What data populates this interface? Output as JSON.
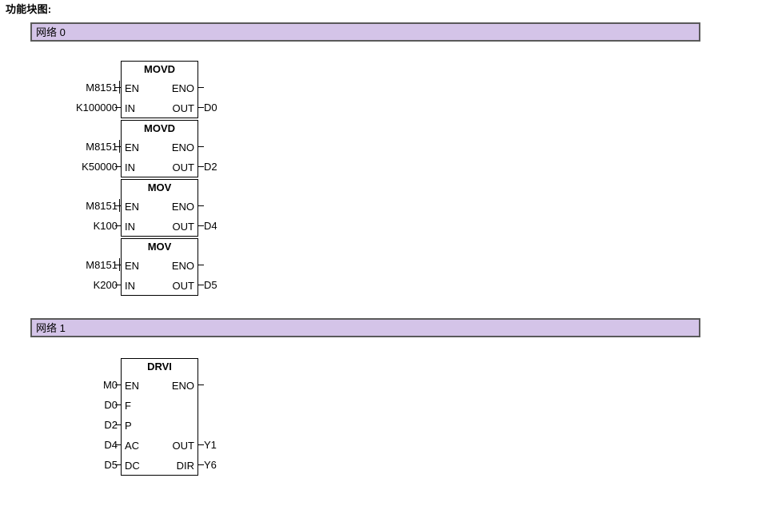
{
  "page": {
    "title": "功能块图:"
  },
  "networks": [
    {
      "label": "网络 0",
      "blocks": [
        {
          "name": "MOVD",
          "inputs": [
            {
              "pin": "EN",
              "operand": "M8151",
              "edge": true
            },
            {
              "pin": "IN",
              "operand": "K100000",
              "edge": false
            }
          ],
          "outputs": [
            {
              "pin": "ENO",
              "operand": ""
            },
            {
              "pin": "OUT",
              "operand": "D0"
            }
          ]
        },
        {
          "name": "MOVD",
          "inputs": [
            {
              "pin": "EN",
              "operand": "M8151",
              "edge": true
            },
            {
              "pin": "IN",
              "operand": "K50000",
              "edge": false
            }
          ],
          "outputs": [
            {
              "pin": "ENO",
              "operand": ""
            },
            {
              "pin": "OUT",
              "operand": "D2"
            }
          ]
        },
        {
          "name": "MOV",
          "inputs": [
            {
              "pin": "EN",
              "operand": "M8151",
              "edge": true
            },
            {
              "pin": "IN",
              "operand": "K100",
              "edge": false
            }
          ],
          "outputs": [
            {
              "pin": "ENO",
              "operand": ""
            },
            {
              "pin": "OUT",
              "operand": "D4"
            }
          ]
        },
        {
          "name": "MOV",
          "inputs": [
            {
              "pin": "EN",
              "operand": "M8151",
              "edge": true
            },
            {
              "pin": "IN",
              "operand": "K200",
              "edge": false
            }
          ],
          "outputs": [
            {
              "pin": "ENO",
              "operand": ""
            },
            {
              "pin": "OUT",
              "operand": "D5"
            }
          ]
        }
      ]
    },
    {
      "label": "网络 1",
      "blocks": [
        {
          "name": "DRVI",
          "inputs": [
            {
              "pin": "EN",
              "operand": "M0",
              "edge": false
            },
            {
              "pin": "F",
              "operand": "D0",
              "edge": false
            },
            {
              "pin": "P",
              "operand": "D2",
              "edge": false
            },
            {
              "pin": "AC",
              "operand": "D4",
              "edge": false
            },
            {
              "pin": "DC",
              "operand": "D5",
              "edge": false
            }
          ],
          "outputs": [
            {
              "pin": "ENO",
              "operand": ""
            },
            {
              "pin": "OUT",
              "operand": "Y1"
            },
            {
              "pin": "DIR",
              "operand": "Y6"
            }
          ]
        }
      ]
    }
  ],
  "colors": {
    "network_bar_fill": "#d4c4e8",
    "network_bar_border": "#5a5a5a",
    "block_border": "#000000",
    "background": "#ffffff"
  }
}
